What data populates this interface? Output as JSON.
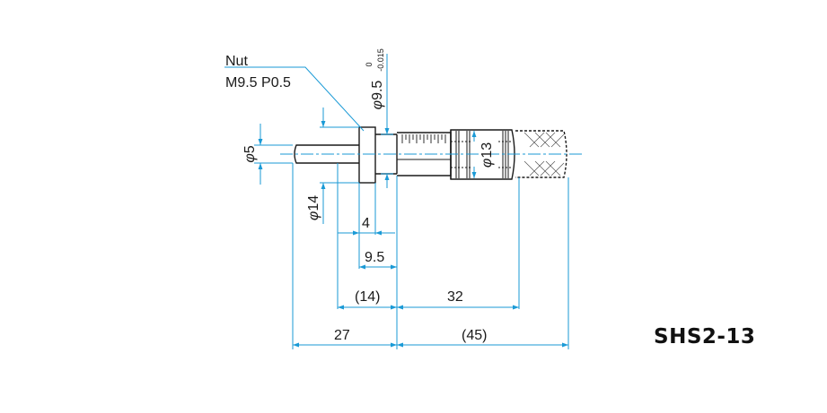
{
  "model": "SHS2-13",
  "labels": {
    "nut": "Nut",
    "thread": "M9.5 P0.5",
    "phi": "φ",
    "d_spindle": "5",
    "d_sleeve": "9.5",
    "tol_upper": "0",
    "tol_lower": "-0.015",
    "d_thimble": "13",
    "d_nut": "14",
    "dim_4": "4",
    "dim_9_5": "9.5",
    "dim_14": "(14)",
    "dim_32": "32",
    "dim_27": "27",
    "dim_45": "(45)"
  },
  "colors": {
    "dimension": "#1a9ad6",
    "outline": "#1a1a1a"
  }
}
